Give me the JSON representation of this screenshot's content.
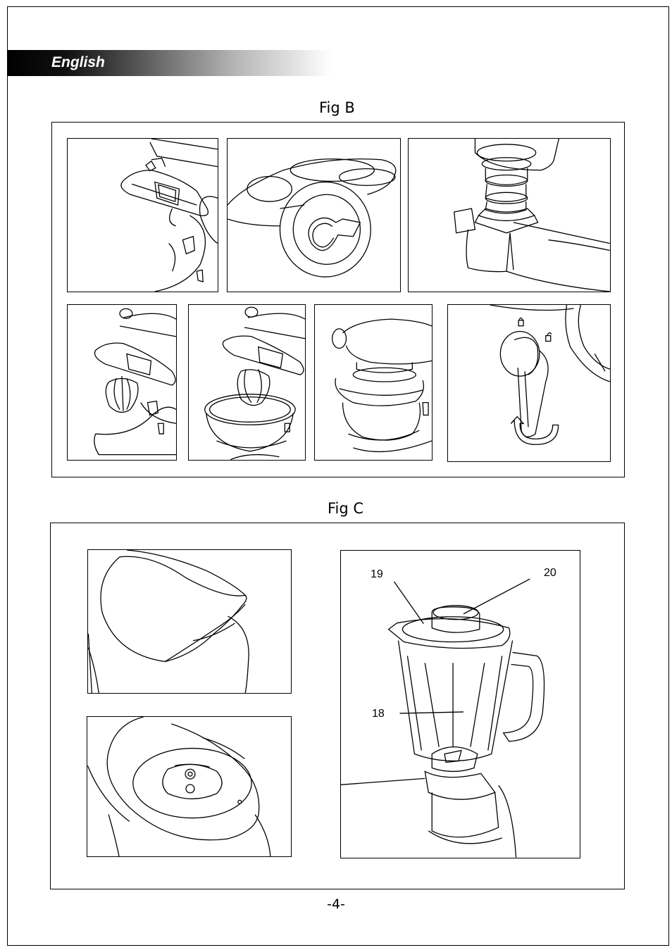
{
  "header": {
    "language_label": "English"
  },
  "fig_b": {
    "title": "Fig B",
    "panels": [
      {
        "id": "b1",
        "icon": "mixer-head-attachment-icon"
      },
      {
        "id": "b2",
        "icon": "attachment-socket-icon"
      },
      {
        "id": "b3",
        "icon": "coupling-shaft-icon"
      },
      {
        "id": "b4",
        "icon": "mixer-whisk-lowered-icon"
      },
      {
        "id": "b5",
        "icon": "mixer-with-bowl-icon"
      },
      {
        "id": "b6",
        "icon": "mixer-head-closed-icon"
      },
      {
        "id": "b7",
        "icon": "lock-lever-icon"
      }
    ]
  },
  "fig_c": {
    "title": "Fig C",
    "panels": [
      {
        "id": "c1",
        "icon": "socket-cover-icon"
      },
      {
        "id": "c2",
        "icon": "blender-drive-socket-icon"
      },
      {
        "id": "c3",
        "icon": "blender-jug-icon"
      }
    ],
    "callouts": {
      "lid": "19",
      "cap": "20",
      "jug": "18"
    }
  },
  "footer": {
    "page_number": "-4-"
  }
}
